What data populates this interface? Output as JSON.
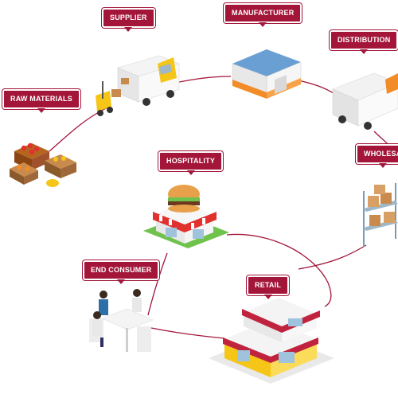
{
  "stages": {
    "supplier": "SUPPLIER",
    "manufacturer": "MANUFACTURER",
    "distribution": "DISTRIBUTION",
    "raw_materials": "RAW MATERIALS",
    "wholesale": "WHOLESA",
    "hospitality": "HOSPITALITY",
    "end_consumer": "END CONSUMER",
    "retail": "RETAIL"
  },
  "colors": {
    "label_bg": "#a3163a",
    "connector": "#a3163a",
    "accent_orange": "#f28c28",
    "accent_yellow": "#f5c518"
  },
  "icons": [
    "truck-forklift-icon",
    "warehouse-icon",
    "lorry-icon",
    "produce-crates-icon",
    "shelving-boxes-icon",
    "burger-shop-icon",
    "diners-table-icon",
    "shopping-mall-icon"
  ]
}
